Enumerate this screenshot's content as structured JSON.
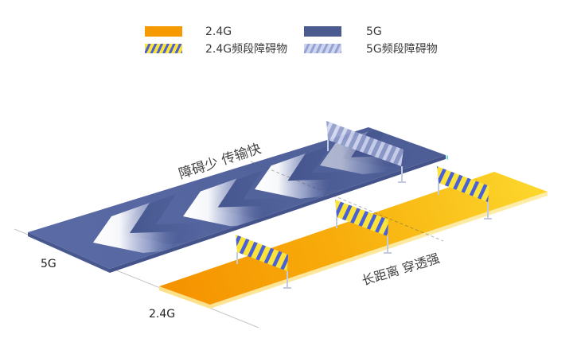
{
  "legend": {
    "items": [
      {
        "label": "2.4G",
        "swatch": "orange-solid",
        "color": "#F59A00"
      },
      {
        "label": "5G",
        "swatch": "blue-solid",
        "color": "#4B5A8F"
      },
      {
        "label": "2.4G频段障碍物",
        "swatch": "yellow-blue-stripes",
        "colors": [
          "#FBE33A",
          "#4A60D8"
        ]
      },
      {
        "label": "5G频段障碍物",
        "swatch": "light-blue-stripes",
        "colors": [
          "#CDD4EF",
          "#96A2D4"
        ]
      }
    ]
  },
  "diagram": {
    "bands": [
      {
        "id": "5g",
        "label": "5G",
        "annotation": "障碍少 传输快",
        "obstacles": 1,
        "color": "#5566A0"
      },
      {
        "id": "2.4g",
        "label": "2.4G",
        "annotation": "长距离 穿透强",
        "obstacles": 3,
        "color": "#F59A00"
      }
    ]
  }
}
